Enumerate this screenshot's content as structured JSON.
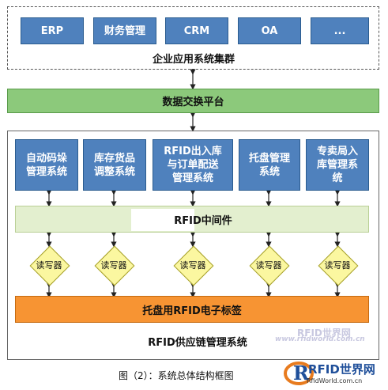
{
  "enterprise": {
    "title": "企业应用系统集群",
    "systems": [
      "ERP",
      "财务管理",
      "CRM",
      "OA",
      "..."
    ]
  },
  "platform": "数据交换平台",
  "supply_chain": {
    "title": "RFID供应链管理系统",
    "modules": [
      "自动码垛\n管理系统",
      "库存货品\n调整系统",
      "RFID出入库\n与订单配送\n管理系统",
      "托盘管理\n系统",
      "专卖局入\n库管理系\n统"
    ],
    "middleware": "RFID中间件",
    "reader_label": "读写器",
    "tag_bar": "托盘用RFID电子标签"
  },
  "caption": "图（2）：系统总体结构框图",
  "watermarks": {
    "site_small": "RFID世界网",
    "url": "www.rfidworld.com.cn",
    "logo_text": "RFID世界网",
    "logo_url": "RfidWorld.com.cn"
  }
}
